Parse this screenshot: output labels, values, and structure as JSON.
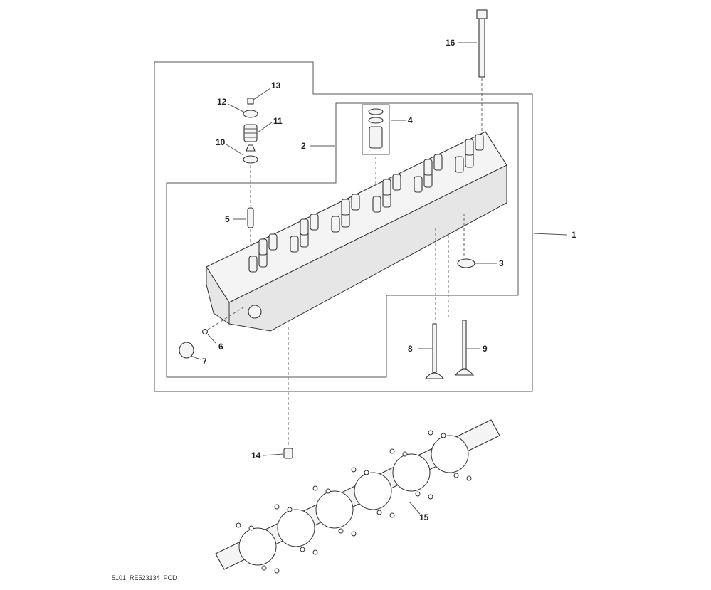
{
  "diagram": {
    "caption": "5101_RE523134_PCD",
    "callouts": [
      {
        "id": "1",
        "label": "1"
      },
      {
        "id": "2",
        "label": "2"
      },
      {
        "id": "3",
        "label": "3"
      },
      {
        "id": "4",
        "label": "4"
      },
      {
        "id": "5",
        "label": "5"
      },
      {
        "id": "6",
        "label": "6"
      },
      {
        "id": "7",
        "label": "7"
      },
      {
        "id": "8",
        "label": "8"
      },
      {
        "id": "9",
        "label": "9"
      },
      {
        "id": "10",
        "label": "10"
      },
      {
        "id": "11",
        "label": "11"
      },
      {
        "id": "12",
        "label": "12"
      },
      {
        "id": "13",
        "label": "13"
      },
      {
        "id": "14",
        "label": "14"
      },
      {
        "id": "15",
        "label": "15"
      },
      {
        "id": "16",
        "label": "16"
      }
    ]
  }
}
